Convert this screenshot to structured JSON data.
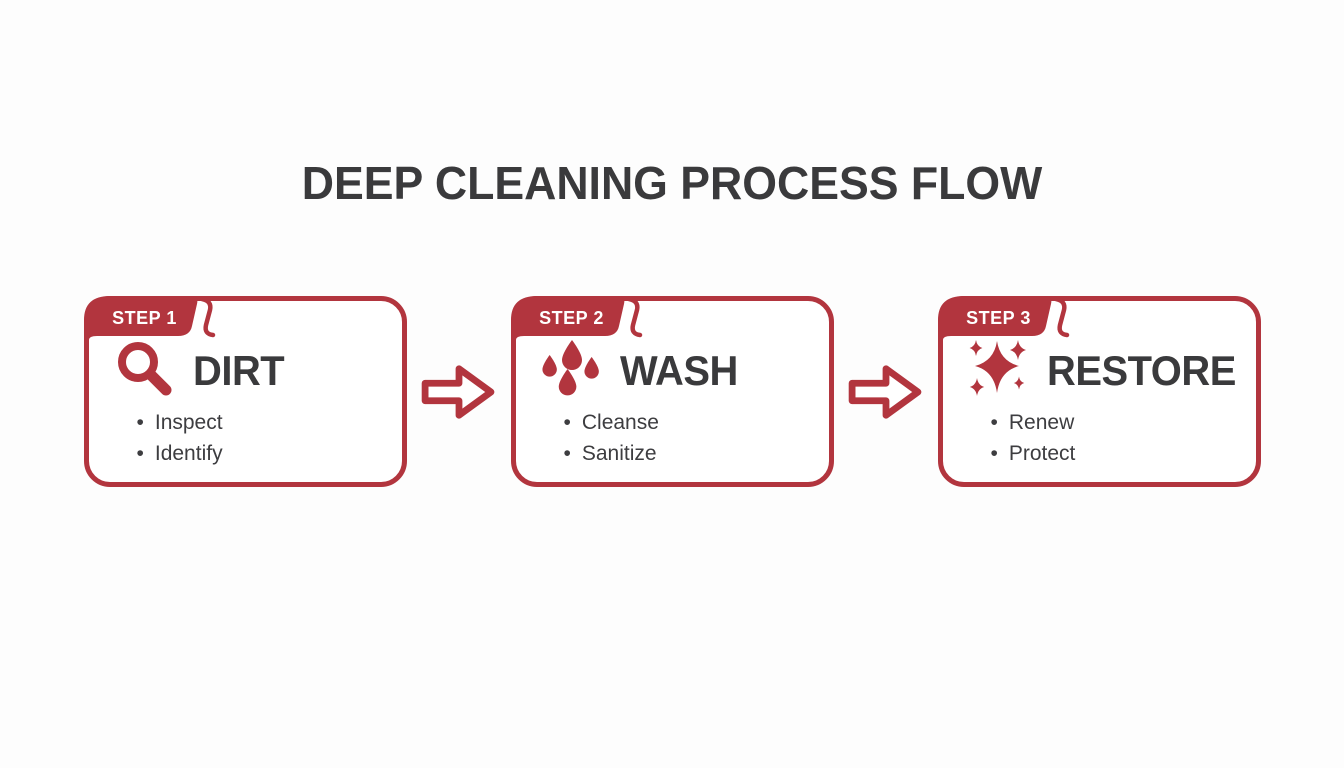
{
  "title": "DEEP CLEANING PROCESS FLOW",
  "colors": {
    "accent_red": "#B2353E",
    "title_dark": "#3A3A3C",
    "card_background": "#FFFFFF",
    "page_background": "#FDFDFD"
  },
  "steps": [
    {
      "step_label": "STEP 1",
      "name": "DIRT",
      "icon": "magnifier-icon",
      "bullets": [
        "Inspect",
        "Identify"
      ]
    },
    {
      "step_label": "STEP 2",
      "name": "WASH",
      "icon": "water-drops-icon",
      "bullets": [
        "Cleanse",
        "Sanitize"
      ]
    },
    {
      "step_label": "STEP 3",
      "name": "RESTORE",
      "icon": "sparkles-icon",
      "bullets": [
        "Renew",
        "Protect"
      ]
    }
  ],
  "connector": "right-arrow-icon"
}
